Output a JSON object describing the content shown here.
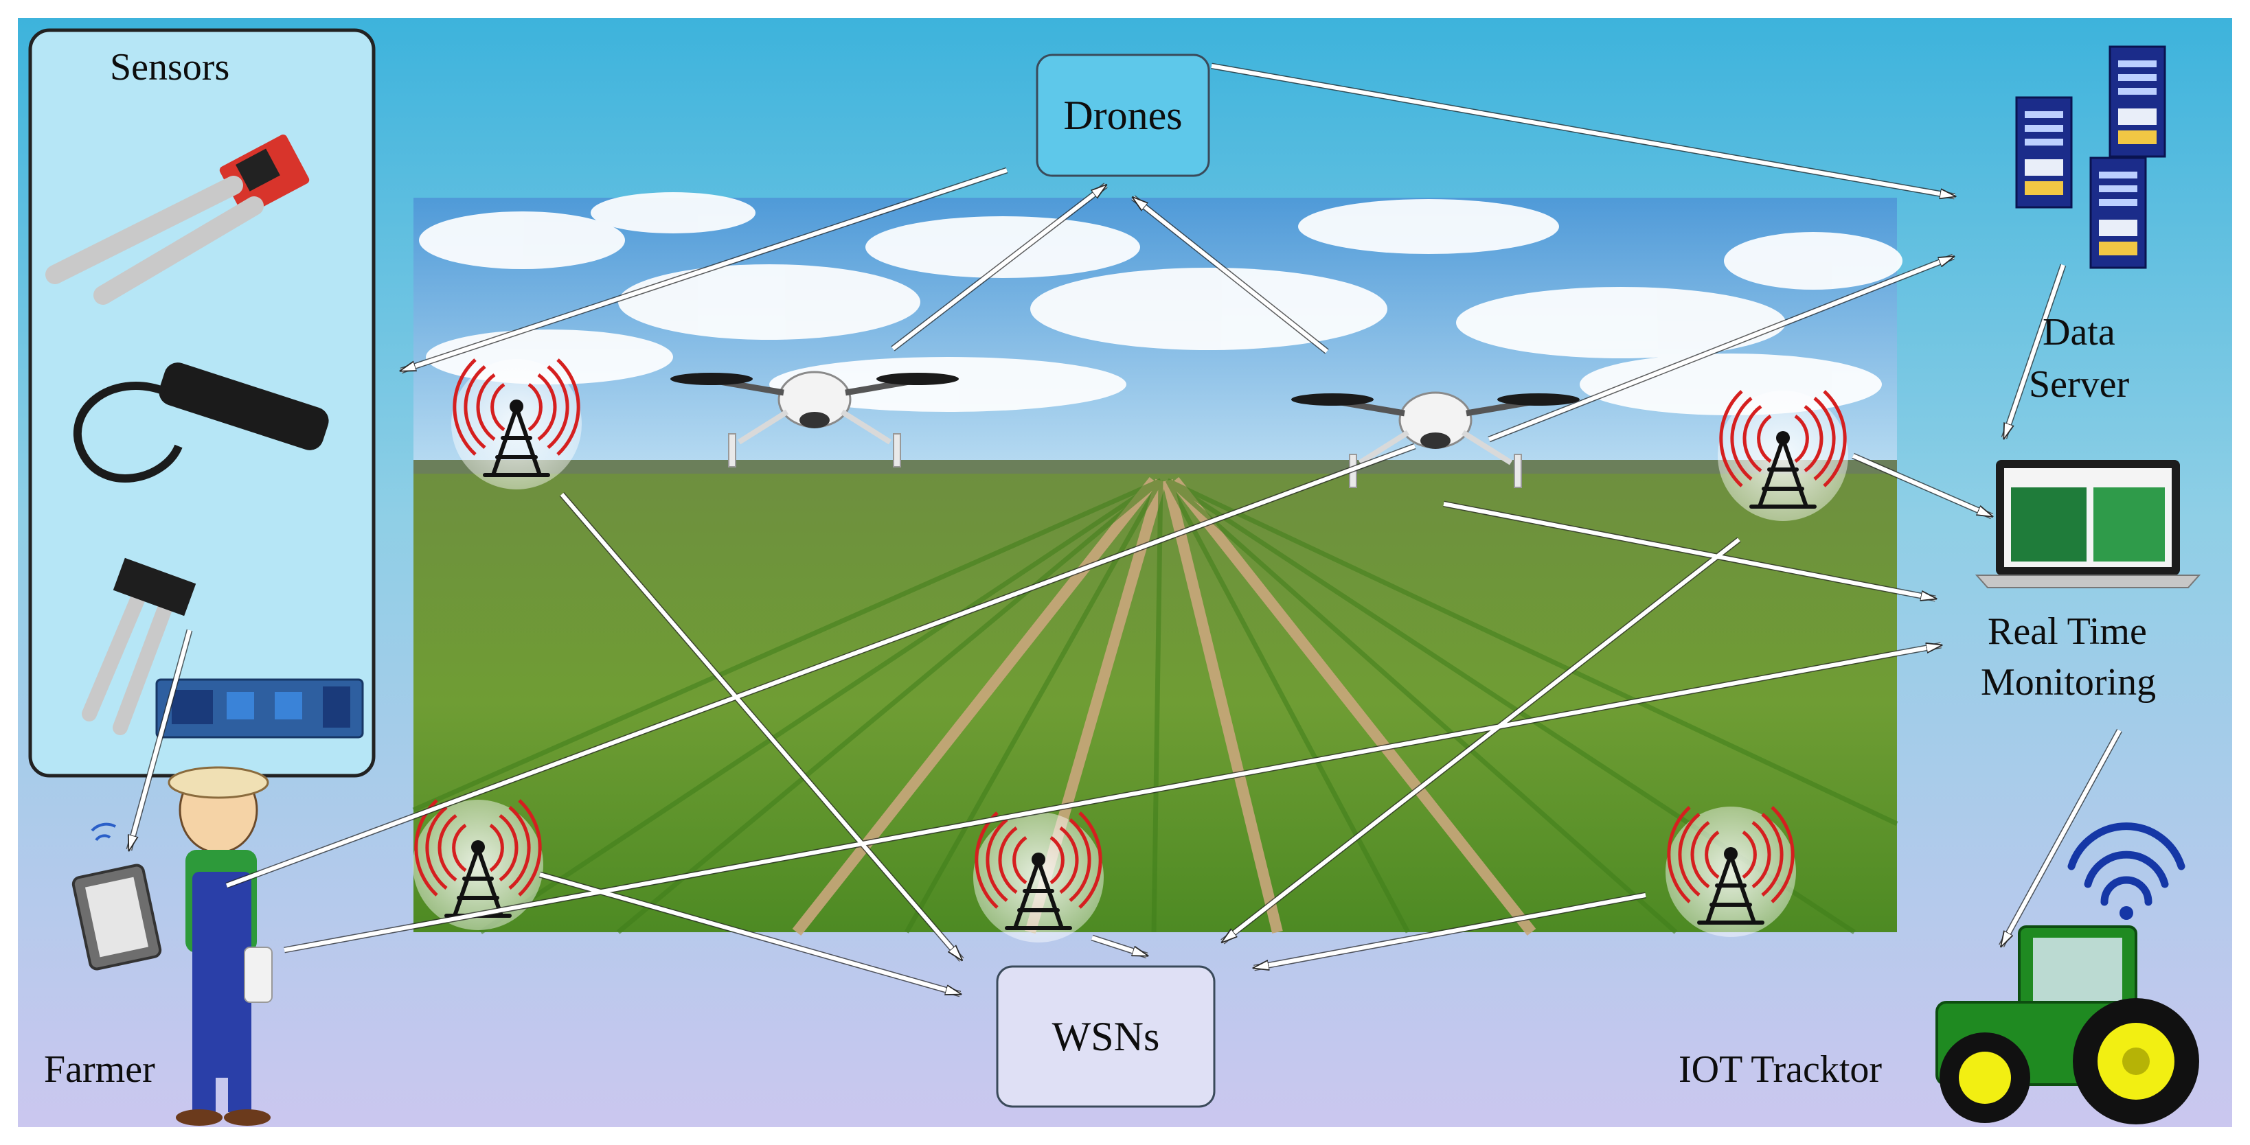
{
  "diagram": {
    "title": "Smart agriculture IoT architecture",
    "nodes": {
      "sensors": {
        "label": "Sensors"
      },
      "drones": {
        "label": "Drones"
      },
      "data_server": {
        "label_line1": "Data",
        "label_line2": "Server"
      },
      "real_time": {
        "label_line1": "Real Time",
        "label_line2": "Monitoring"
      },
      "wsns": {
        "label": "WSNs"
      },
      "farmer": {
        "label": "Farmer"
      },
      "tractor": {
        "label": "IOT Tracktor"
      }
    },
    "colors": {
      "sky_top": "#3fb6dc",
      "sky_bottom": "#c9c6ef",
      "drones_box": "#5ec8ea",
      "wsns_box": "#dfe0f5",
      "sensor_panel": "#b6e6f6",
      "tower_red": "#d51f1f",
      "server_blue": "#1b2c8a",
      "tractor_green": "#1f8a21",
      "tractor_yellow": "#f2ef12"
    },
    "icons": [
      "tower-icon",
      "drone-icon",
      "server-icon",
      "laptop-icon",
      "tractor-icon",
      "farmer-icon",
      "tablet-icon",
      "sensor-icon"
    ]
  }
}
